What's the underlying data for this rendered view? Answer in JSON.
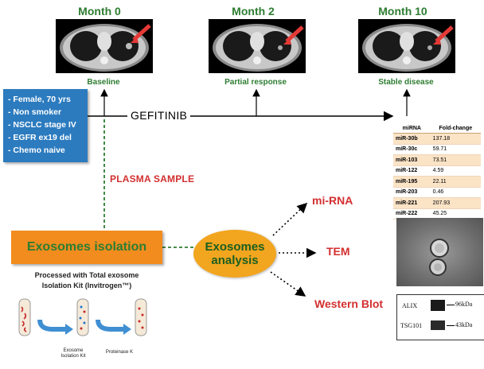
{
  "timeline": [
    {
      "month": "Month 0",
      "status": "Baseline"
    },
    {
      "month": "Month 2",
      "status": "Partial response"
    },
    {
      "month": "Month 10",
      "status": "Stable disease"
    }
  ],
  "patient": [
    "- Female, 70 yrs",
    "- Non smoker",
    "- NSCLC stage IV",
    "- EGFR ex19 del",
    "- Chemo naive"
  ],
  "drug": "GEFITINIB",
  "plasma_sample": "PLASMA SAMPLE",
  "isolation": {
    "title": "Exosomes isolation",
    "kit_line1": "Processed with Total exosome",
    "kit_line2": "Isolation Kit (Invitrogen™)",
    "step1_line1": "Exosome",
    "step1_line2": "Isolation Kit",
    "step2": "Proteinase K"
  },
  "analysis": {
    "line1": "Exosomes",
    "line2": "analysis"
  },
  "outputs": {
    "mirna": "mi-RNA",
    "tem": "TEM",
    "wb": "Western Blot"
  },
  "mirna_table": {
    "headers": [
      "miRNA",
      "Fold-change"
    ],
    "rows": [
      [
        "miR-30b",
        "137.18"
      ],
      [
        "miR-30c",
        "59.71"
      ],
      [
        "miR-103",
        "73.51"
      ],
      [
        "miR-122",
        "4.59"
      ],
      [
        "miR-195",
        "22.11"
      ],
      [
        "miR-203",
        "0.46"
      ],
      [
        "miR-221",
        "207.93"
      ],
      [
        "miR-222",
        "45.25"
      ]
    ]
  },
  "western_blot": {
    "alix": "ALIX",
    "tsg": "TSG101",
    "alix_size": "96kDa",
    "tsg_size": "43kDa"
  },
  "colors": {
    "green": "#2e7d32",
    "red": "#d32f2f",
    "orange": "#f28c1e",
    "blue": "#2c7bbf"
  }
}
